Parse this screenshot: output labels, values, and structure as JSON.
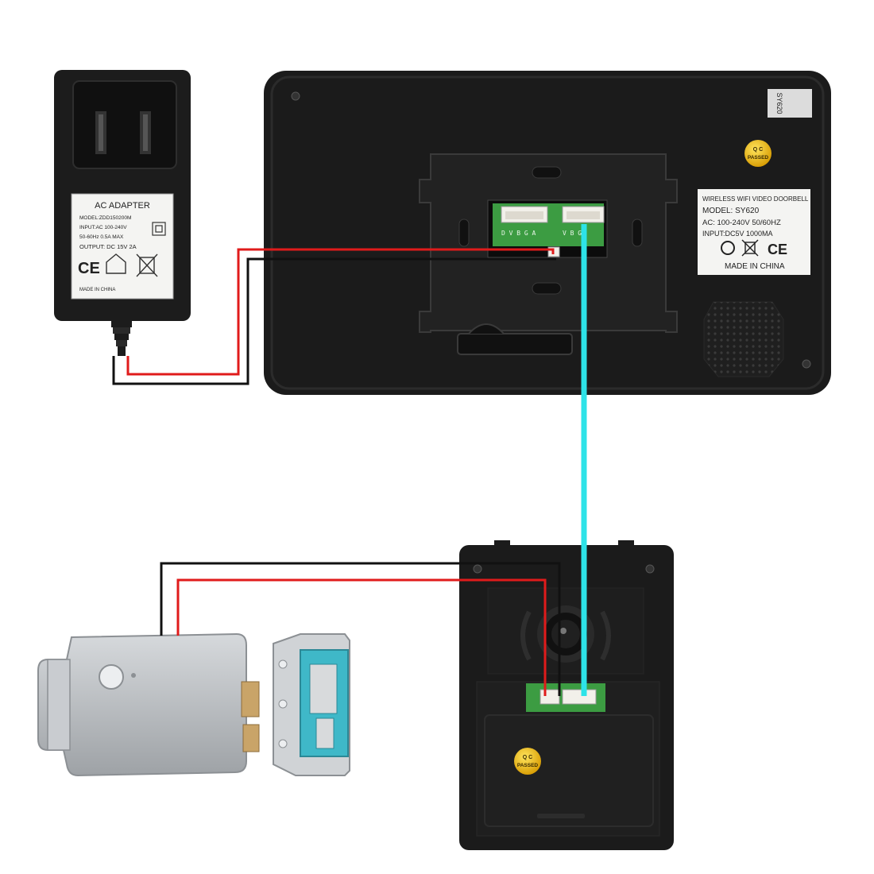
{
  "adapter": {
    "title": "AC ADAPTER",
    "model": "MODEL:ZDD150200M",
    "input": "INPUT:AC 100-240V",
    "freq": "50-60Hz 0.5A MAX",
    "output": "OUTPUT: DC 15V 2A",
    "marks": "CE",
    "made": "MADE IN CHINA"
  },
  "monitor": {
    "side_sticker": "SY620",
    "qc_line1": "Q C",
    "qc_line2": "PASSED",
    "pcb_left_pins": "D V B G A",
    "pcb_right_pins": "V B G",
    "label": {
      "line1": "WIRELESS WIFI VIDEO DOORBELL",
      "line2": "MODEL: SY620",
      "line3": "AC: 100-240V  50/60HZ",
      "line4": "INPUT:DC5V   1000MA",
      "marks": "CE",
      "made": "MADE IN CHINA"
    }
  },
  "camera": {
    "qc_line1": "Q C",
    "qc_line2": "PASSED"
  },
  "colors": {
    "wire_red": "#e01b1b",
    "wire_black": "#111111",
    "wire_cyan": "#2de3e8",
    "device_black": "#1a1a1a",
    "lock_grey": "#b8bcc0",
    "lock_cyan": "#3fb8c8",
    "qc_gold": "#e8b800"
  }
}
